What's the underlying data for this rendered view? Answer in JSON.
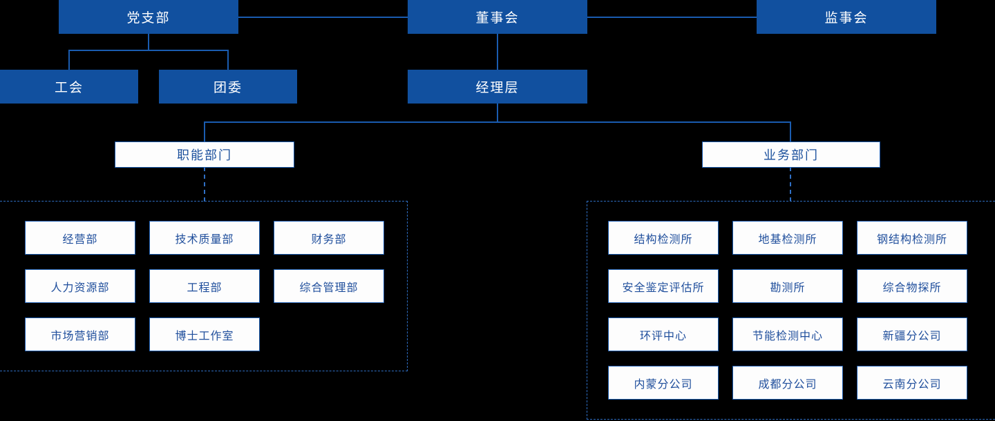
{
  "colors": {
    "background": "#000000",
    "node_fill": "#11509f",
    "node_text": "#ffffff",
    "outline_fill": "#fdfdfd",
    "outline_border": "#1a5cb0",
    "outline_text": "#1a4f9c",
    "card_text": "#1f4e9c",
    "connector": "#1a5cb0",
    "dashed_connector": "#2f6fc4"
  },
  "tier1": {
    "party_branch": "党支部",
    "board_of_directors": "董事会",
    "board_of_supervisors": "监事会"
  },
  "tier2": {
    "labor_union": "工会",
    "youth_league": "团委",
    "management": "经理层"
  },
  "tier3": {
    "functional": "职能部门",
    "business": "业务部门"
  },
  "functional_departments": [
    "经营部",
    "技术质量部",
    "财务部",
    "人力资源部",
    "工程部",
    "综合管理部",
    "市场营销部",
    "博士工作室"
  ],
  "business_departments": [
    "结构检测所",
    "地基检测所",
    "钢结构检测所",
    "安全鉴定评估所",
    "勘测所",
    "综合物探所",
    "环评中心",
    "节能检测中心",
    "新疆分公司",
    "内蒙分公司",
    "成都分公司",
    "云南分公司"
  ]
}
